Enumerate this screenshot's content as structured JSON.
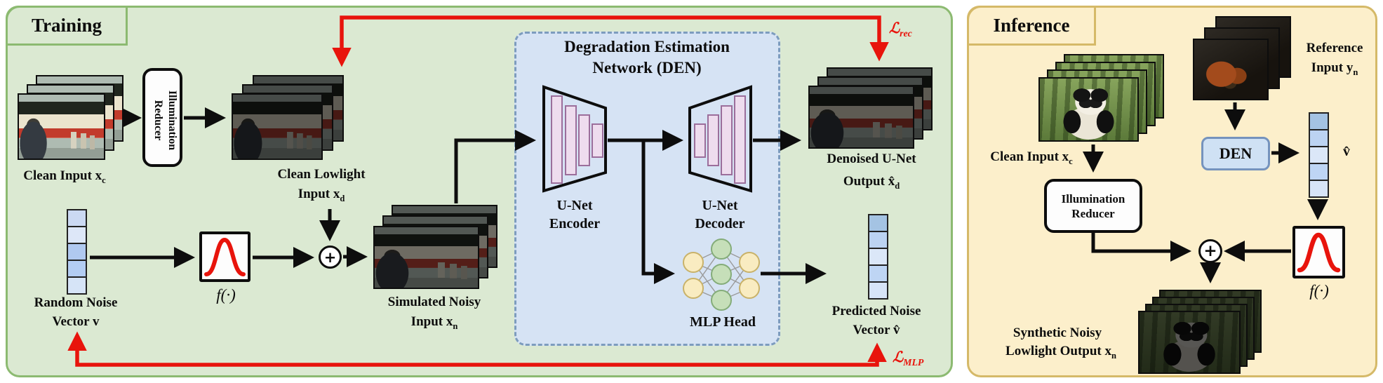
{
  "colors": {
    "training_bg": "#dbe9d2",
    "training_border": "#8cba71",
    "inference_bg": "#fcefcb",
    "inference_border": "#d5b968",
    "den_bg": "#d6e3f4",
    "den_border": "#7d9cbe",
    "loss_red": "#e8140c",
    "arrow_black": "#0d0d0d",
    "bar_pink": "#eedcee",
    "node_yellow": "#f9ecc1",
    "node_green": "#c6dfb9"
  },
  "training": {
    "title": "Training",
    "clean_input_label": [
      {
        "t": "Clean Input x"
      },
      {
        "t": "c",
        "sub": true
      }
    ],
    "illumination_reducer_line1": "Illumination",
    "illumination_reducer_line2": "Reducer",
    "clean_lowlight_line1": "Clean Lowlight",
    "clean_lowlight_line2": [
      {
        "t": "Input x"
      },
      {
        "t": "d",
        "sub": true
      }
    ],
    "random_noise_line1": "Random Noise",
    "random_noise_line2": "Vector v",
    "f_label": "f(·)",
    "plus_icon": "+",
    "simulated_line1": "Simulated Noisy",
    "simulated_line2": [
      {
        "t": "Input x"
      },
      {
        "t": "n",
        "sub": true
      }
    ],
    "denoised_line1": "Denoised U-Net",
    "denoised_line2": [
      {
        "t": "Output x̂"
      },
      {
        "t": "d",
        "sub": true
      }
    ],
    "predicted_line1": "Predicted Noise",
    "predicted_line2": "Vector v̂",
    "loss_rec": [
      {
        "t": "ℒ"
      },
      {
        "t": "rec",
        "sub": true
      }
    ],
    "loss_mlp": [
      {
        "t": "ℒ"
      },
      {
        "t": "MLP",
        "sub": true
      }
    ]
  },
  "den": {
    "title_line1": "Degradation Estimation",
    "title_line2": "Network (DEN)",
    "encoder_line1": "U-Net",
    "encoder_line2": "Encoder",
    "decoder_line1": "U-Net",
    "decoder_line2": "Decoder",
    "mlp_label": "MLP Head"
  },
  "inference": {
    "title": "Inference",
    "clean_input_label": [
      {
        "t": "Clean Input x"
      },
      {
        "t": "c",
        "sub": true
      }
    ],
    "reference_line1": "Reference",
    "reference_line2": [
      {
        "t": "Input y"
      },
      {
        "t": "n",
        "sub": true
      }
    ],
    "den_label": "DEN",
    "vhat_label": "v̂",
    "illumination_reducer_line1": "Illumination",
    "illumination_reducer_line2": "Reducer",
    "f_label": "f(·)",
    "plus_icon": "+",
    "synthetic_line1": "Synthetic Noisy",
    "synthetic_line2": [
      {
        "t": "Lowlight Output x"
      },
      {
        "t": "n",
        "sub": true
      }
    ]
  }
}
